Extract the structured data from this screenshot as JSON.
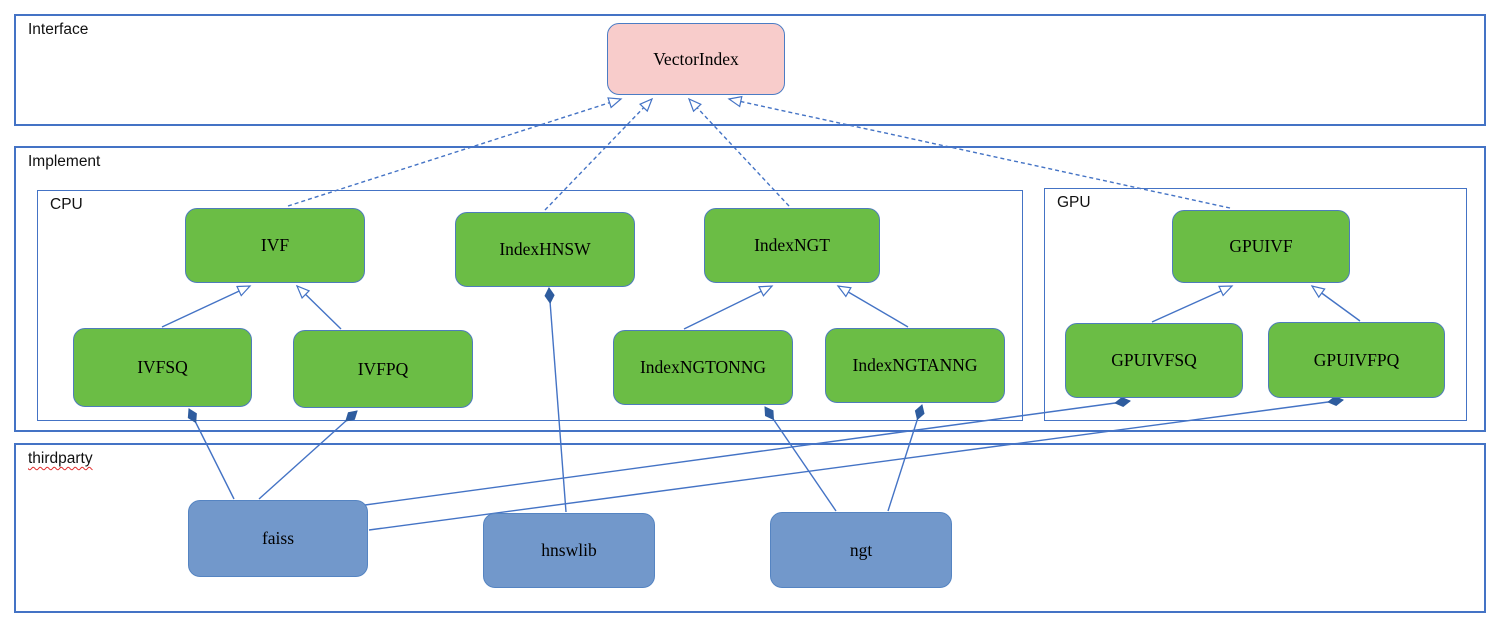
{
  "diagram": {
    "type": "uml-package-diagram",
    "sections": {
      "interface": {
        "label": "Interface"
      },
      "implement": {
        "label": "Implement"
      },
      "cpu": {
        "label": "CPU"
      },
      "gpu": {
        "label": "GPU"
      },
      "thirdparty": {
        "label": "thirdparty"
      }
    },
    "nodes": {
      "vectorindex": {
        "label": "VectorIndex",
        "section": "interface"
      },
      "ivf": {
        "label": "IVF",
        "section": "cpu"
      },
      "indexhnsw": {
        "label": "IndexHNSW",
        "section": "cpu"
      },
      "indexngt": {
        "label": "IndexNGT",
        "section": "cpu"
      },
      "ivfsq": {
        "label": "IVFSQ",
        "section": "cpu"
      },
      "ivfpq": {
        "label": "IVFPQ",
        "section": "cpu"
      },
      "indexngtonng": {
        "label": "IndexNGTONNG",
        "section": "cpu"
      },
      "indexngtanng": {
        "label": "IndexNGTANNG",
        "section": "cpu"
      },
      "gpuivf": {
        "label": "GPUIVF",
        "section": "gpu"
      },
      "gpuivfsq": {
        "label": "GPUIVFSQ",
        "section": "gpu"
      },
      "gpuivfpq": {
        "label": "GPUIVFPQ",
        "section": "gpu"
      },
      "faiss": {
        "label": "faiss",
        "section": "thirdparty"
      },
      "hnswlib": {
        "label": "hnswlib",
        "section": "thirdparty"
      },
      "ngt": {
        "label": "ngt",
        "section": "thirdparty"
      }
    },
    "edges": [
      {
        "from": "ivf",
        "to": "vectorindex",
        "type": "realization"
      },
      {
        "from": "indexhnsw",
        "to": "vectorindex",
        "type": "realization"
      },
      {
        "from": "indexngt",
        "to": "vectorindex",
        "type": "realization"
      },
      {
        "from": "gpuivf",
        "to": "vectorindex",
        "type": "realization"
      },
      {
        "from": "ivfsq",
        "to": "ivf",
        "type": "generalization"
      },
      {
        "from": "ivfpq",
        "to": "ivf",
        "type": "generalization"
      },
      {
        "from": "indexngtonng",
        "to": "indexngt",
        "type": "generalization"
      },
      {
        "from": "indexngtanng",
        "to": "indexngt",
        "type": "generalization"
      },
      {
        "from": "gpuivfsq",
        "to": "gpuivf",
        "type": "generalization"
      },
      {
        "from": "gpuivfpq",
        "to": "gpuivf",
        "type": "generalization"
      },
      {
        "from": "faiss",
        "to": "ivfsq",
        "type": "composition"
      },
      {
        "from": "faiss",
        "to": "ivfpq",
        "type": "composition"
      },
      {
        "from": "hnswlib",
        "to": "indexhnsw",
        "type": "composition"
      },
      {
        "from": "ngt",
        "to": "indexngtonng",
        "type": "composition"
      },
      {
        "from": "ngt",
        "to": "indexngtanng",
        "type": "composition"
      },
      {
        "from": "faiss",
        "to": "gpuivfsq",
        "type": "composition"
      },
      {
        "from": "faiss",
        "to": "gpuivfpq",
        "type": "composition"
      }
    ],
    "colors": {
      "line": "#4473c5",
      "section_border": "#4473c5",
      "green_fill": "#6bbd45",
      "green_border": "#4e7cbb",
      "blue_fill": "#7298cb",
      "blue_border": "#5584c2",
      "pink_fill": "#f8cccb",
      "pink_border": "#4b7cc4",
      "diamond_fill": "#2e5c9e",
      "spellcheck_underline": "#e02a2a"
    }
  }
}
